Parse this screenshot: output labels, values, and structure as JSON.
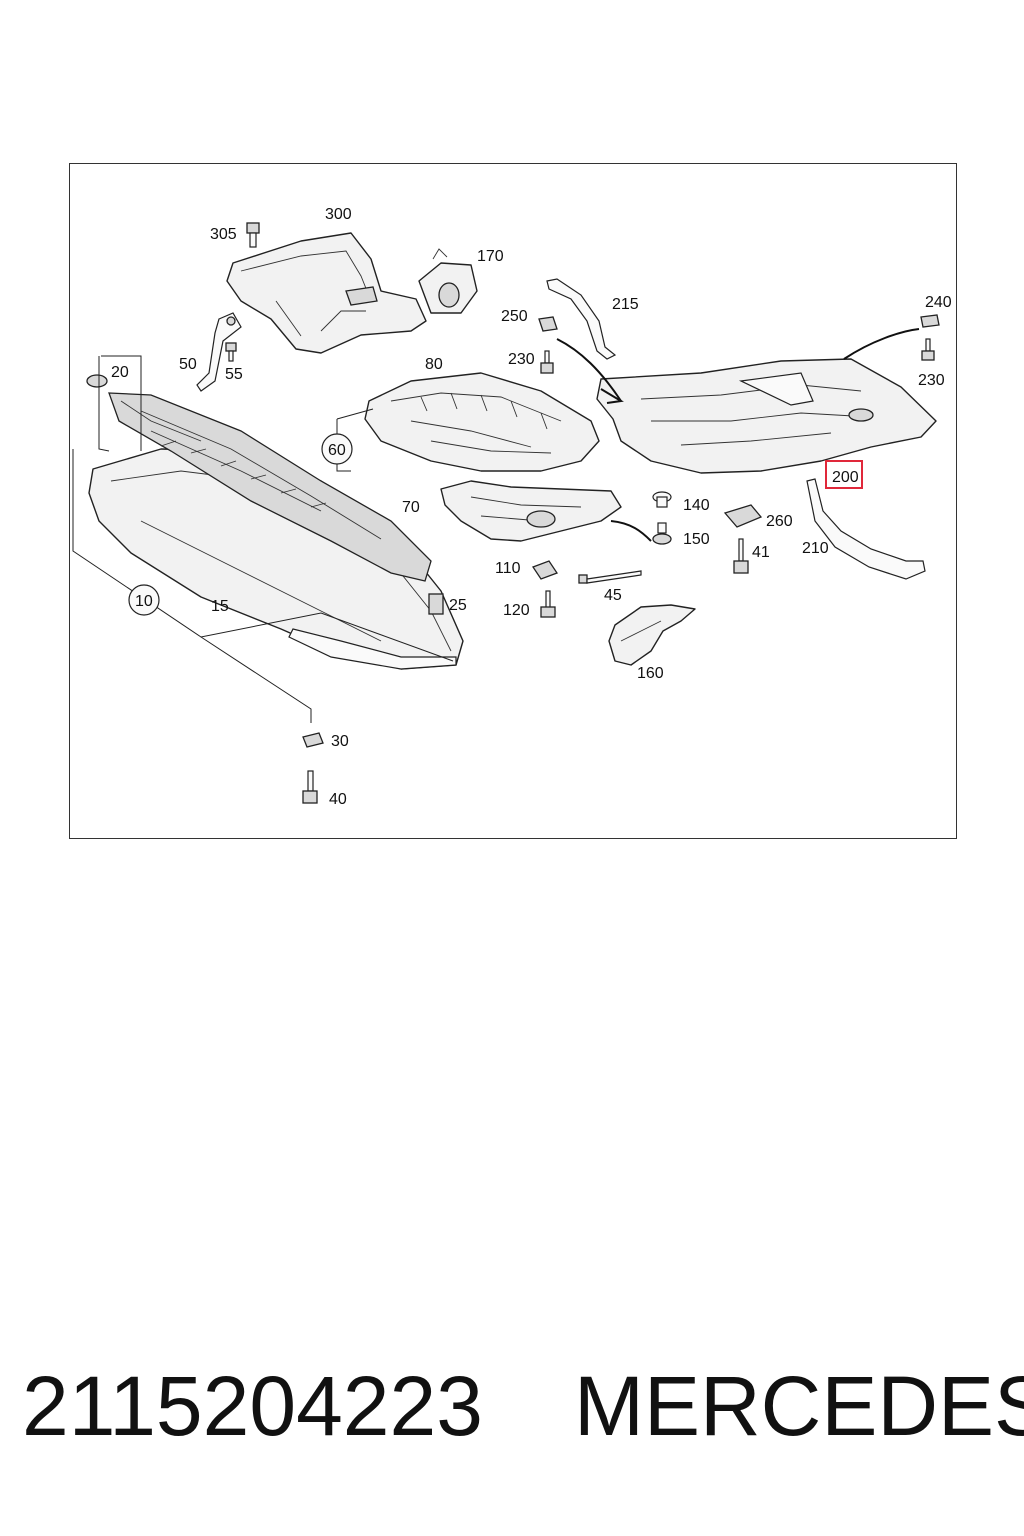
{
  "diagram": {
    "callouts": {
      "c10": "10",
      "c15": "15",
      "c20": "20",
      "c25": "25",
      "c30": "30",
      "c40": "40",
      "c41": "41",
      "c45": "45",
      "c50": "50",
      "c55": "55",
      "c60": "60",
      "c70": "70",
      "c80": "80",
      "c110": "110",
      "c120": "120",
      "c140": "140",
      "c150": "150",
      "c160": "160",
      "c170": "170",
      "c200": "200",
      "c210": "210",
      "c215": "215",
      "c230a": "230",
      "c230b": "230",
      "c240": "240",
      "c250": "250",
      "c260": "260",
      "c300": "300",
      "c305": "305"
    },
    "highlight_color": "#e0283a",
    "highlighted_callout": "200"
  },
  "footer": {
    "part_number": "2115204223",
    "brand": "MERCEDES"
  }
}
